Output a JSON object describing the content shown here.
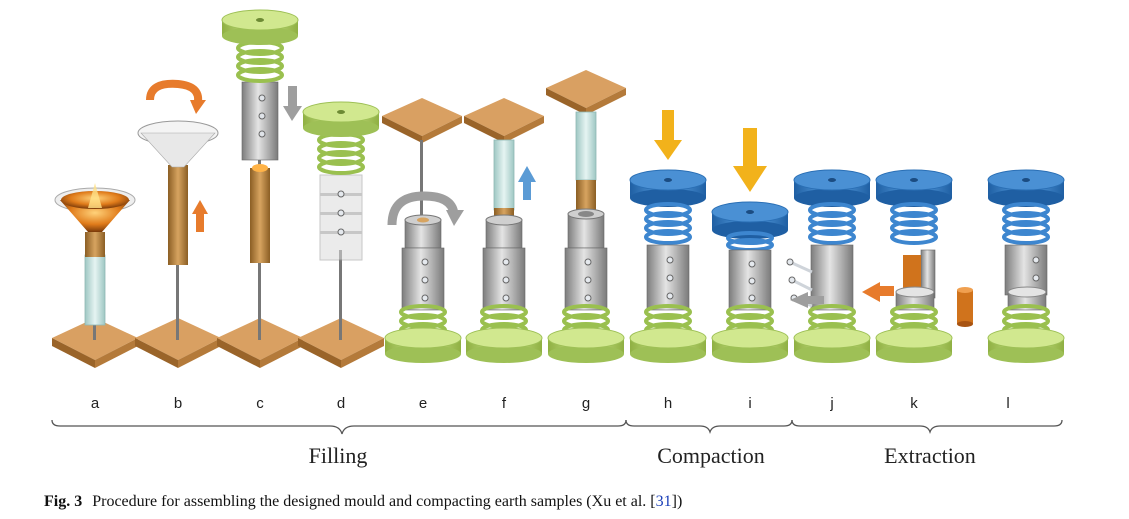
{
  "steps": [
    "a",
    "b",
    "c",
    "d",
    "e",
    "f",
    "g",
    "h",
    "i",
    "j",
    "k",
    "l"
  ],
  "phases": [
    "Filling",
    "Compaction",
    "Extraction"
  ],
  "caption": {
    "fig_label": "Fig. 3",
    "text_before": "Procedure for assembling the designed mould and compacting earth samples (Xu et al. [",
    "ref": "31",
    "text_after": "])"
  },
  "colors": {
    "wood": "#c98b45",
    "tube": "#c9e3e0",
    "steel": "#a8a8a8",
    "spring_green": "#b9d86a",
    "spring_blue": "#4a90d4",
    "arrow_orange": "#e77b2c",
    "arrow_gold": "#f2b21b",
    "arrow_blue": "#5b9bd5",
    "arrow_grey": "#9e9e9e",
    "soil": "#b5813c"
  }
}
